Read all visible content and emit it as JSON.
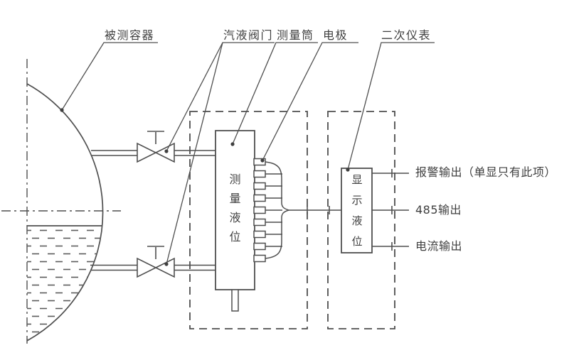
{
  "diagram": {
    "title_labels": {
      "vessel": "被测容器",
      "valve": "汽液阀门",
      "cylinder": "测量筒",
      "electrode": "电极",
      "secondary_instrument": "二次仪表"
    },
    "block_text": {
      "measure_level": "测量液位",
      "display_level": "显示液位"
    },
    "outputs": [
      "报警输出（单显只有此项）",
      "485输出",
      "电流输出"
    ],
    "colors": {
      "line": "#4f4f4f",
      "text": "#3f3f3f",
      "background": "#ffffff"
    }
  }
}
